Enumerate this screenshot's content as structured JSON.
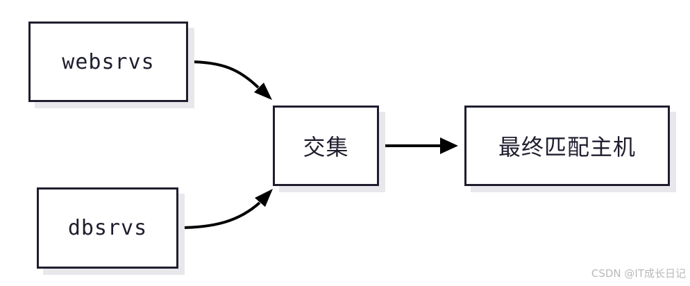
{
  "nodes": {
    "webservers": {
      "label": "websrvs"
    },
    "dbservers": {
      "label": "dbsrvs"
    },
    "intersection": {
      "label": "交集"
    },
    "result": {
      "label": "最终匹配主机"
    }
  },
  "edges": [
    {
      "from": "webservers",
      "to": "intersection"
    },
    {
      "from": "dbservers",
      "to": "intersection"
    },
    {
      "from": "intersection",
      "to": "result"
    }
  ],
  "colors": {
    "stroke": "#1e1e2e",
    "shadow": "#e8e8ec",
    "background": "#ffffff",
    "watermark": "#b9b9b9"
  },
  "watermark": "CSDN @IT成长日记"
}
